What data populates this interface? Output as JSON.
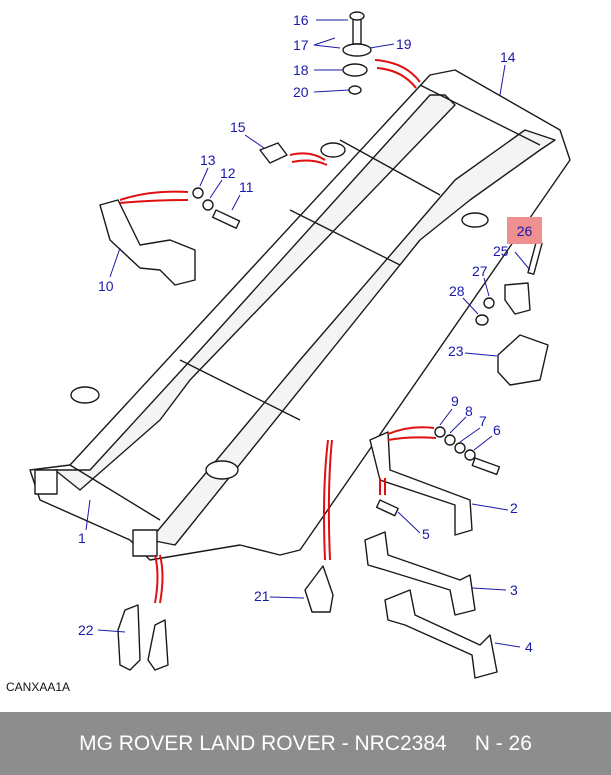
{
  "callouts": {
    "c1": "1",
    "c2": "2",
    "c3": "3",
    "c4": "4",
    "c5": "5",
    "c6": "6",
    "c7": "7",
    "c8": "8",
    "c9": "9",
    "c10": "10",
    "c11": "11",
    "c12": "12",
    "c13": "13",
    "c14": "14",
    "c15": "15",
    "c16": "16",
    "c17": "17",
    "c18": "18",
    "c19": "19",
    "c20": "20",
    "c21": "21",
    "c22": "22",
    "c23": "23",
    "c25": "25",
    "c27": "27",
    "c28": "28"
  },
  "highlighted_callout": "26",
  "diagram_code": "CANXAA1A",
  "footer": {
    "title": "MG ROVER LAND ROVER - NRC2384",
    "page": "N - 26"
  },
  "colors": {
    "callout_text": "#1a1aa8",
    "highlight": "#ef8f8f",
    "guide_lines": "#e01010",
    "footer_bg": "#8d8d8d"
  }
}
